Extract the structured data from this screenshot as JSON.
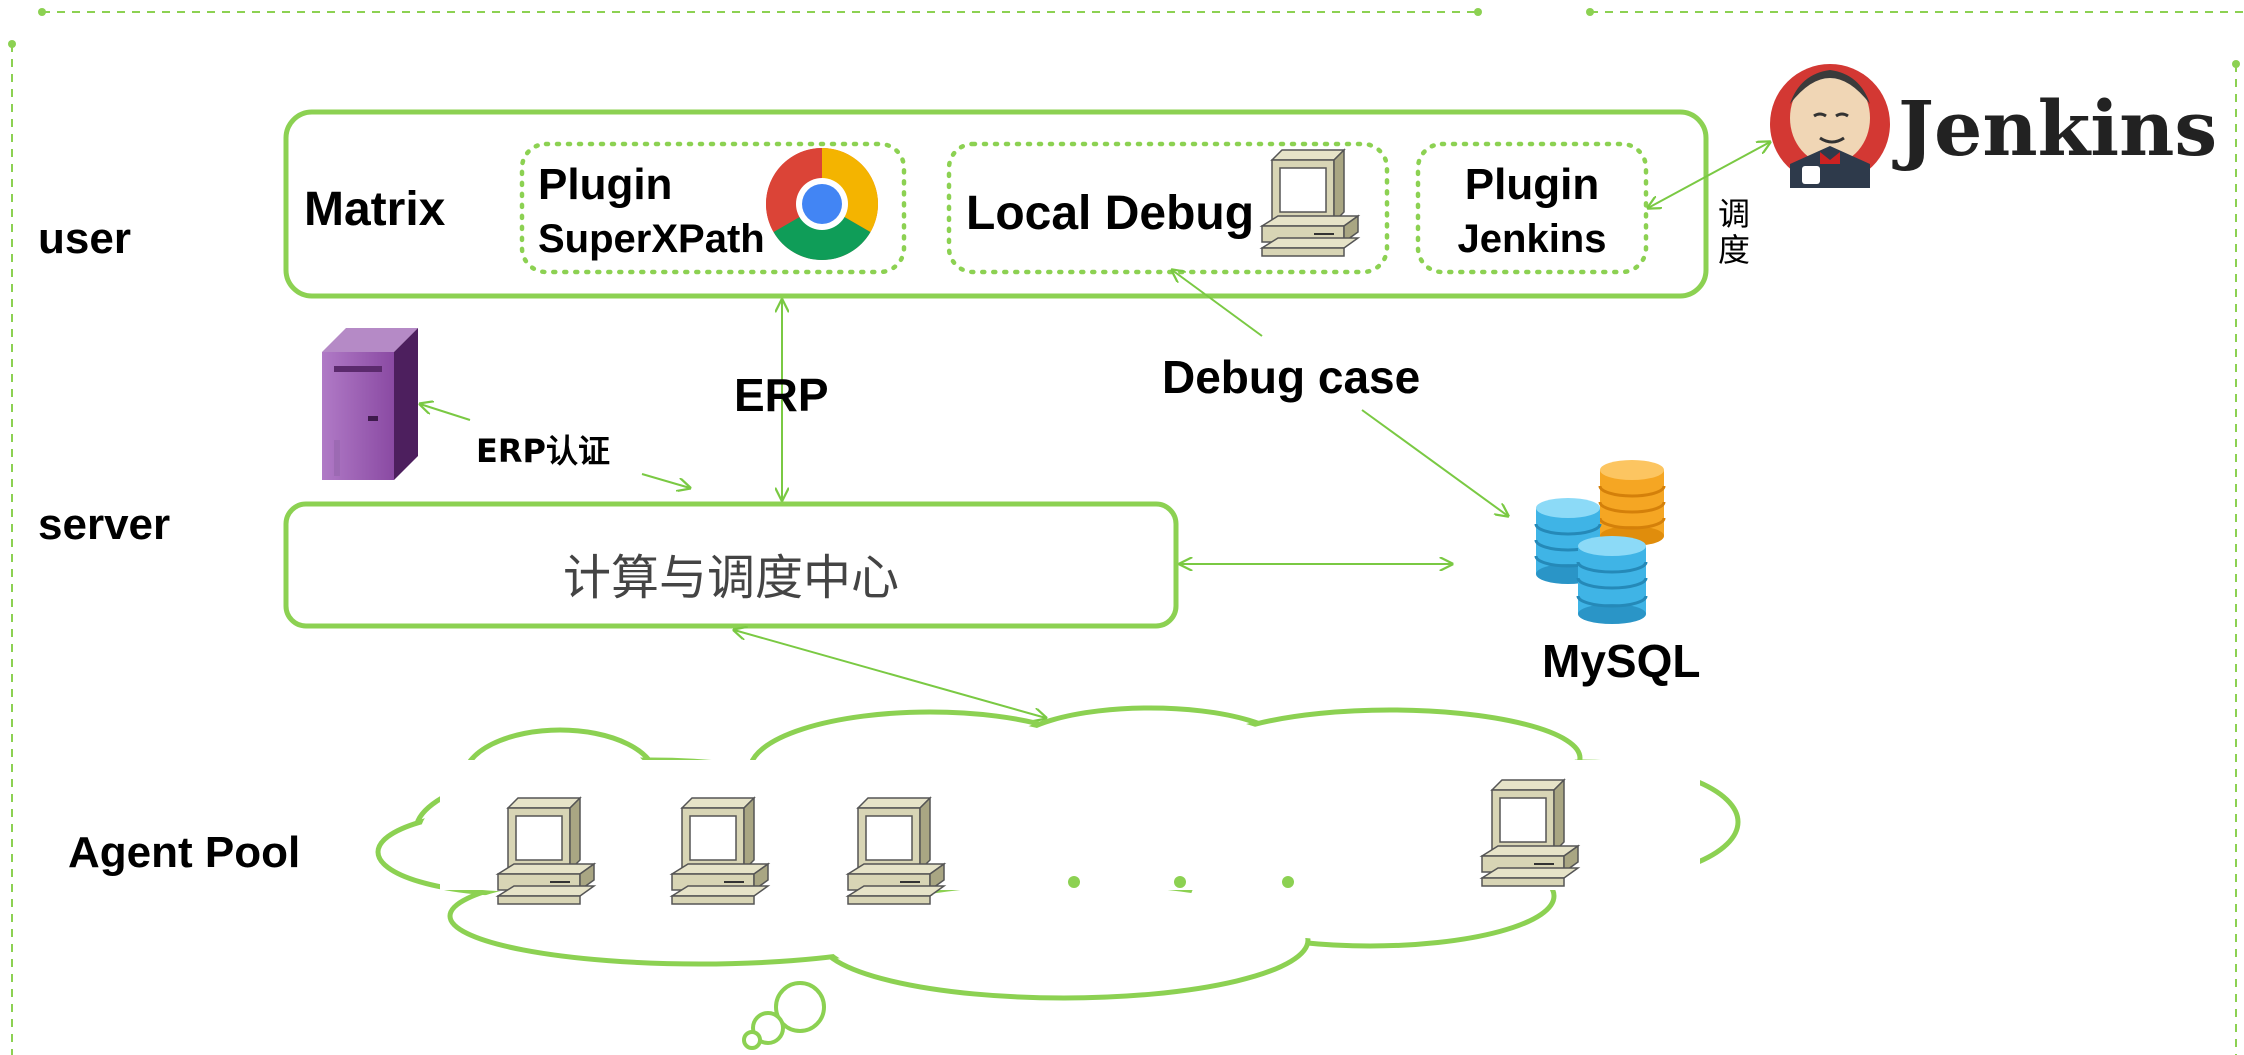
{
  "rows": {
    "user": "user",
    "server": "server",
    "agent_pool": "Agent Pool"
  },
  "user_box": {
    "matrix": "Matrix",
    "plugin_superxpath": {
      "line1": "Plugin",
      "line2": "SuperXPath"
    },
    "local_debug": "Local Debug",
    "plugin_jenkins": {
      "line1": "Plugin",
      "line2": "Jenkins"
    }
  },
  "schedule_label": "调度",
  "jenkins_logo_text": "Jenkins",
  "erp_label": "ERP",
  "erp_auth_label": "ERP认证",
  "debug_case_label": "Debug case",
  "center_label": "计算与调度中心",
  "mysql_label": "MySQL",
  "ellipsis_count": 3,
  "colors": {
    "green": "#8cd152",
    "arrow_green": "#7ac943",
    "server_purple": "#7b3f8c",
    "db_blue": "#3fb4e6",
    "db_orange": "#f5a623",
    "computer_beige": "#d8d5b5",
    "jenkins_red": "#d33833"
  },
  "icons": [
    "chrome-icon",
    "computer-icon",
    "server-tower-icon",
    "database-icon",
    "jenkins-logo-icon"
  ]
}
